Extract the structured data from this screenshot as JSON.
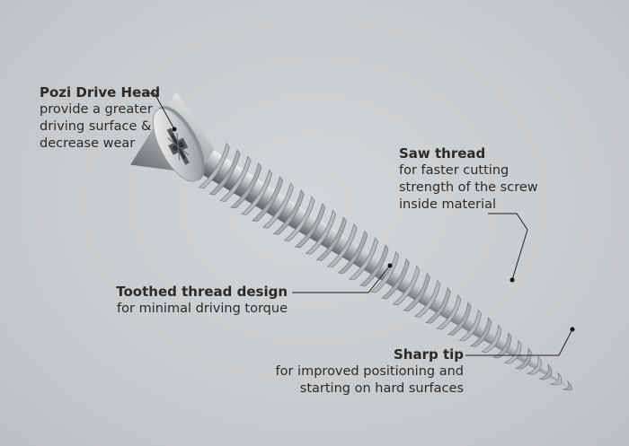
{
  "callouts": {
    "head": {
      "title": "Pozi Drive Head",
      "description": "provide a greater\ndriving surface &\ndecrease wear"
    },
    "saw": {
      "title": "Saw thread",
      "description": "for faster cutting\nstrength of the screw\ninside material"
    },
    "toothed": {
      "title": "Toothed thread design",
      "description": "for minimal driving torque"
    },
    "tip": {
      "title": "Sharp tip",
      "description": "for improved positioning and\nstarting on hard surfaces"
    }
  }
}
